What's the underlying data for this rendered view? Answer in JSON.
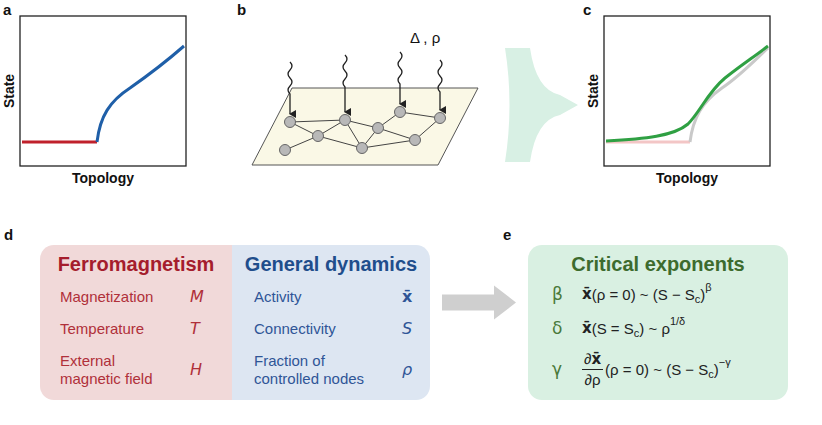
{
  "diagram": {
    "nodes": [
      {
        "text": [
          "Ferromagnetism",
          "Magnetization",
          "M",
          "Temperature",
          "T",
          "External magnetic field",
          "H"
        ]
      },
      {
        "text": [
          "General dynamics",
          "Activity",
          "x̄",
          "Connectivity",
          "S",
          "Fraction of controlled nodes",
          "ρ"
        ]
      },
      {
        "text": [
          "Critical exponents",
          "β",
          "x̄",
          "(ρ = 0) ~ (S − S",
          "c",
          ")",
          "β",
          "δ",
          "x̄",
          "(S = S",
          "c",
          ") ~ ρ",
          "1/δ",
          "γ",
          "∂",
          "x̄",
          "∂ρ",
          "(ρ = 0) ~ (S − S",
          "c",
          ")",
          "−γ"
        ]
      }
    ],
    "edges": [
      {
        "from": 1,
        "to": 2,
        "arrow": "to"
      }
    ],
    "labels": [
      "a",
      "State",
      "Topology",
      "b",
      "Δ , ρ",
      "c",
      "State",
      "Topology",
      "d",
      "e"
    ]
  }
}
